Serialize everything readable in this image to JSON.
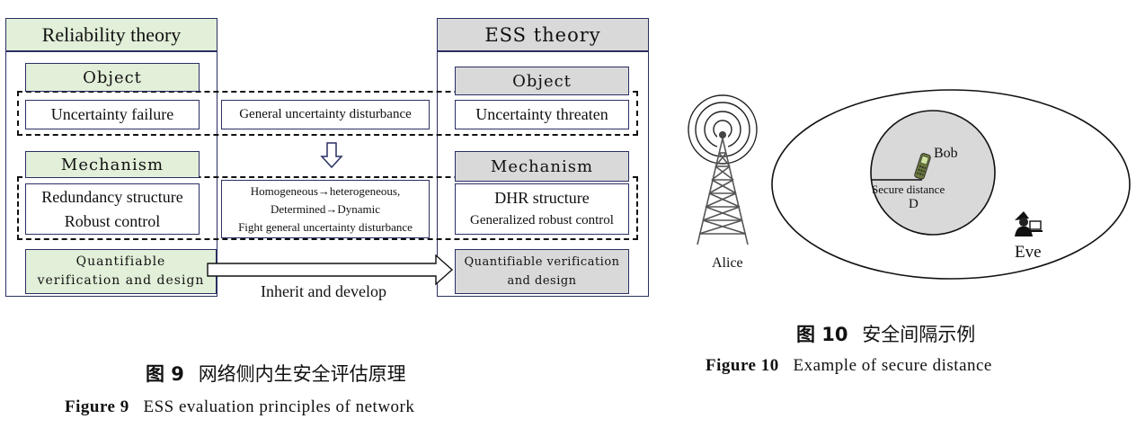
{
  "figure9": {
    "left_title": "Reliability theory",
    "right_title": "ESS theory",
    "left": {
      "object": "Object",
      "object_item": "Uncertainty failure",
      "mechanism": "Mechanism",
      "mech_line1": "Redundancy structure",
      "mech_line2": "Robust control",
      "quant_line1": "Quantifiable",
      "quant_line2": "verification and design"
    },
    "middle": {
      "object_item": "General uncertainty disturbance",
      "mech_line1": "Homogeneous→heterogeneous,",
      "mech_line2": "Determined→Dynamic",
      "mech_line3": "Fight general uncertainty disturbance",
      "arrow_label": "Inherit and develop"
    },
    "right": {
      "object": "Object",
      "object_item": "Uncertainty threaten",
      "mechanism": "Mechanism",
      "mech_line1": "DHR structure",
      "mech_line2": "Generalized robust control",
      "quant_line1": "Quantifiable verification",
      "quant_line2": "and design"
    },
    "caption_cn_label": "图 9",
    "caption_cn": "网络侧内生安全评估原理",
    "caption_en_label": "Figure 9",
    "caption_en": "ESS evaluation principles of network"
  },
  "figure10": {
    "alice": "Alice",
    "bob": "Bob",
    "secure_distance": "Secure distance",
    "d": "D",
    "eve": "Eve",
    "caption_cn_label": "图 10",
    "caption_cn": "安全间隔示例",
    "caption_en_label": "Figure 10",
    "caption_en": "Example of secure distance"
  },
  "colors": {
    "green_fill": "#e2efd9",
    "gray_fill": "#d9d9d9",
    "border": "#2a2f63",
    "circle_fill": "#d9d9d9"
  },
  "icons": [
    "tower-icon",
    "phone-icon",
    "eavesdropper-icon",
    "hollow-down-arrow-icon",
    "hollow-right-arrow-icon"
  ]
}
